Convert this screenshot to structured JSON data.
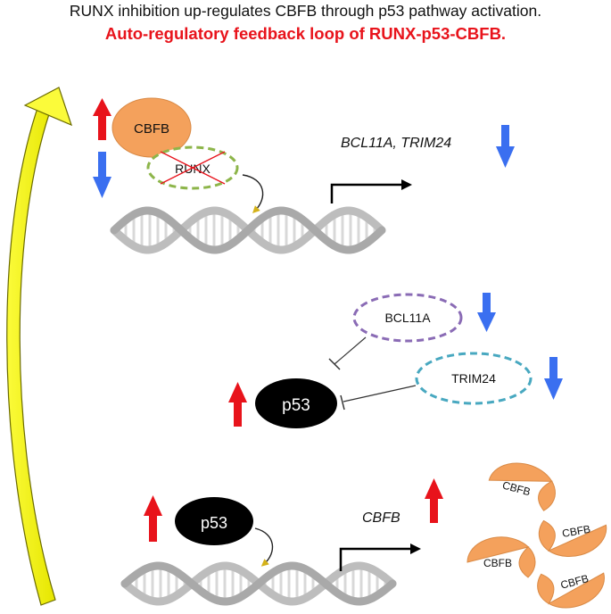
{
  "title": "RUNX inhibition up-regulates CBFB through p53 pathway activation.",
  "subtitle": "Auto-regulatory feedback loop of RUNX-p53-CBFB.",
  "colors": {
    "subtitle": "#e8131b",
    "up_arrow": "#e8131b",
    "down_arrow": "#3a6ff0",
    "cbfb_fill": "#f4a15c",
    "runx_ellipse": "#8db54a",
    "cross": "#e8131b",
    "bcl11a_ellipse": "#8a6bb5",
    "trim24_ellipse": "#48a8c0",
    "p53_fill": "#000000",
    "feedback_arrow": "#f5f51a",
    "dna": "#c9c9c9"
  },
  "top_panel": {
    "cbfb_label": "CBFB",
    "runx_label": "RUNX",
    "targets_label": "BCL11A, TRIM24"
  },
  "middle_panel": {
    "bcl11a_label": "BCL11A",
    "trim24_label": "TRIM24",
    "p53_label": "p53"
  },
  "bottom_panel": {
    "p53_label": "p53",
    "cbfb_gene_label": "CBFB",
    "protein_labels": [
      "CBFB",
      "CBFB",
      "CBFB",
      "CBFB"
    ]
  }
}
